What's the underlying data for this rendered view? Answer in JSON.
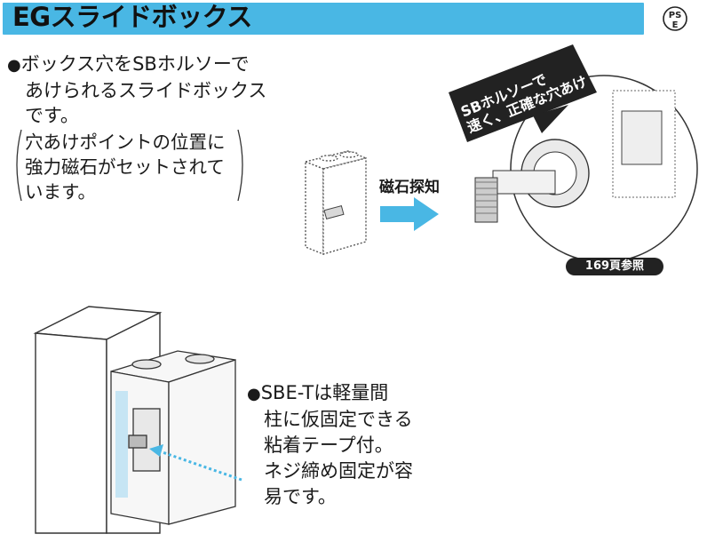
{
  "header": {
    "title": "EGスライドボックス",
    "certification_mark": {
      "line1": "PS",
      "line2": "E"
    },
    "accent_color": "#49b7e4"
  },
  "description": {
    "bullet": "●",
    "lines": [
      "ボックス穴をSBホルソーで",
      "あけられるスライドボックス",
      "です。"
    ]
  },
  "note": {
    "lines": [
      "穴あけポイントの位置に",
      "強力磁石がセットされて",
      "います。"
    ]
  },
  "illustration_top": {
    "label": "磁石探知",
    "callout_lines": [
      "SBホルソーで",
      "速く、正確な穴あけ"
    ],
    "page_reference": "169頁参照",
    "arrow_color": "#49b7e4"
  },
  "illustration_bottom": {
    "bullet": "●",
    "lines": [
      "SBE-Tは軽量間",
      "柱に仮固定できる",
      "粘着テープ付。",
      "ネジ締め固定が容",
      "易です。"
    ]
  }
}
